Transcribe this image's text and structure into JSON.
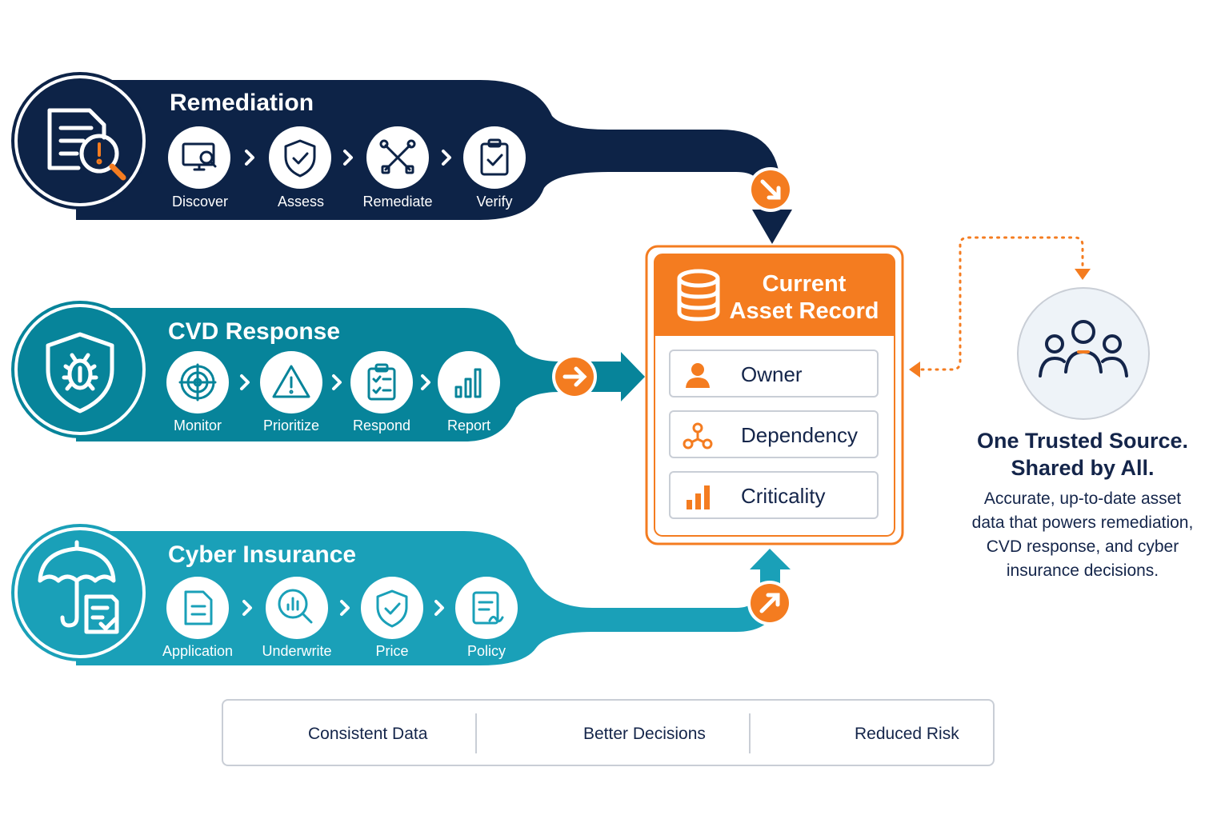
{
  "colors": {
    "navy": "#0d2347",
    "teal_dark": "#07849a",
    "teal_light": "#1aa0b8",
    "orange": "#f47c20",
    "text_dark": "#14254a",
    "border_gray": "#c9ced6"
  },
  "bands": [
    {
      "title": "Remediation",
      "main_icon": "document-search-alert-icon",
      "steps": [
        {
          "label": "Discover",
          "icon": "monitor-search-icon"
        },
        {
          "label": "Assess",
          "icon": "shield-check-icon"
        },
        {
          "label": "Remediate",
          "icon": "tools-icon"
        },
        {
          "label": "Verify",
          "icon": "clipboard-check-icon"
        }
      ]
    },
    {
      "title": "CVD Response",
      "main_icon": "shield-bug-icon",
      "steps": [
        {
          "label": "Monitor",
          "icon": "radar-icon"
        },
        {
          "label": "Prioritize",
          "icon": "warning-icon"
        },
        {
          "label": "Respond",
          "icon": "checklist-icon"
        },
        {
          "label": "Report",
          "icon": "bar-chart-icon"
        }
      ]
    },
    {
      "title": "Cyber Insurance",
      "main_icon": "umbrella-policy-icon",
      "steps": [
        {
          "label": "Application",
          "icon": "document-icon"
        },
        {
          "label": "Underwrite",
          "icon": "magnify-chart-icon"
        },
        {
          "label": "Price",
          "icon": "shield-check-icon"
        },
        {
          "label": "Policy",
          "icon": "policy-signature-icon"
        }
      ]
    }
  ],
  "record": {
    "title_line1": "Current",
    "title_line2": "Asset Record",
    "icon": "database-icon",
    "fields": [
      {
        "label": "Owner",
        "icon": "person-icon"
      },
      {
        "label": "Dependency",
        "icon": "network-icon"
      },
      {
        "label": "Criticality",
        "icon": "bar-chart-icon"
      }
    ]
  },
  "trusted": {
    "icon": "team-icon",
    "title_line1": "One Trusted Source.",
    "title_line2": "Shared by All.",
    "desc_lines": [
      "Accurate, up-to-date asset",
      "data that powers remediation,",
      "CVD response, and cyber",
      "insurance decisions."
    ]
  },
  "benefits": [
    {
      "label": "Consistent Data",
      "icon": "check-icon"
    },
    {
      "label": "Better Decisions",
      "icon": "target-icon"
    },
    {
      "label": "Reduced Risk",
      "icon": "shield-check-icon"
    }
  ]
}
